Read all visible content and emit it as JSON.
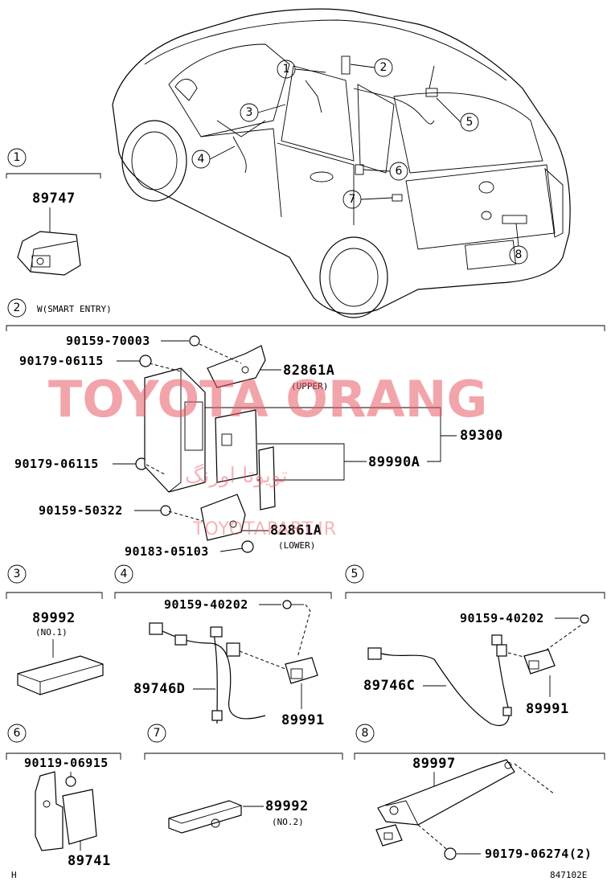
{
  "watermark": {
    "main": "TOYOTA ORANG",
    "farsi": "تویوتا اورنگ",
    "site": "TOYOTAPART.IR"
  },
  "sections": [
    {
      "num": "1",
      "parts": [
        "89747"
      ]
    },
    {
      "num": "2",
      "title": "W(SMART ENTRY)",
      "parts": [
        "90159-70003",
        "90179-06115",
        "82861A",
        "89300",
        "90179-06115",
        "89990A",
        "90159-50322",
        "82861A",
        "90183-05103"
      ],
      "notes": [
        "(UPPER)",
        "(LOWER)"
      ]
    },
    {
      "num": "3",
      "parts": [
        "89992"
      ],
      "notes": [
        "(NO.1)"
      ]
    },
    {
      "num": "4",
      "parts": [
        "90159-40202",
        "89746D",
        "89991"
      ]
    },
    {
      "num": "5",
      "parts": [
        "90159-40202",
        "89746C",
        "89991"
      ]
    },
    {
      "num": "6",
      "parts": [
        "90119-06915",
        "89741"
      ]
    },
    {
      "num": "7",
      "parts": [
        "89992"
      ],
      "notes": [
        "(NO.2)"
      ]
    },
    {
      "num": "8",
      "parts": [
        "89997",
        "90179-06274(2)"
      ]
    }
  ],
  "car_callouts": [
    "1",
    "2",
    "3",
    "4",
    "5",
    "6",
    "7",
    "8"
  ],
  "footer": {
    "left": "H",
    "right": "847102E"
  }
}
